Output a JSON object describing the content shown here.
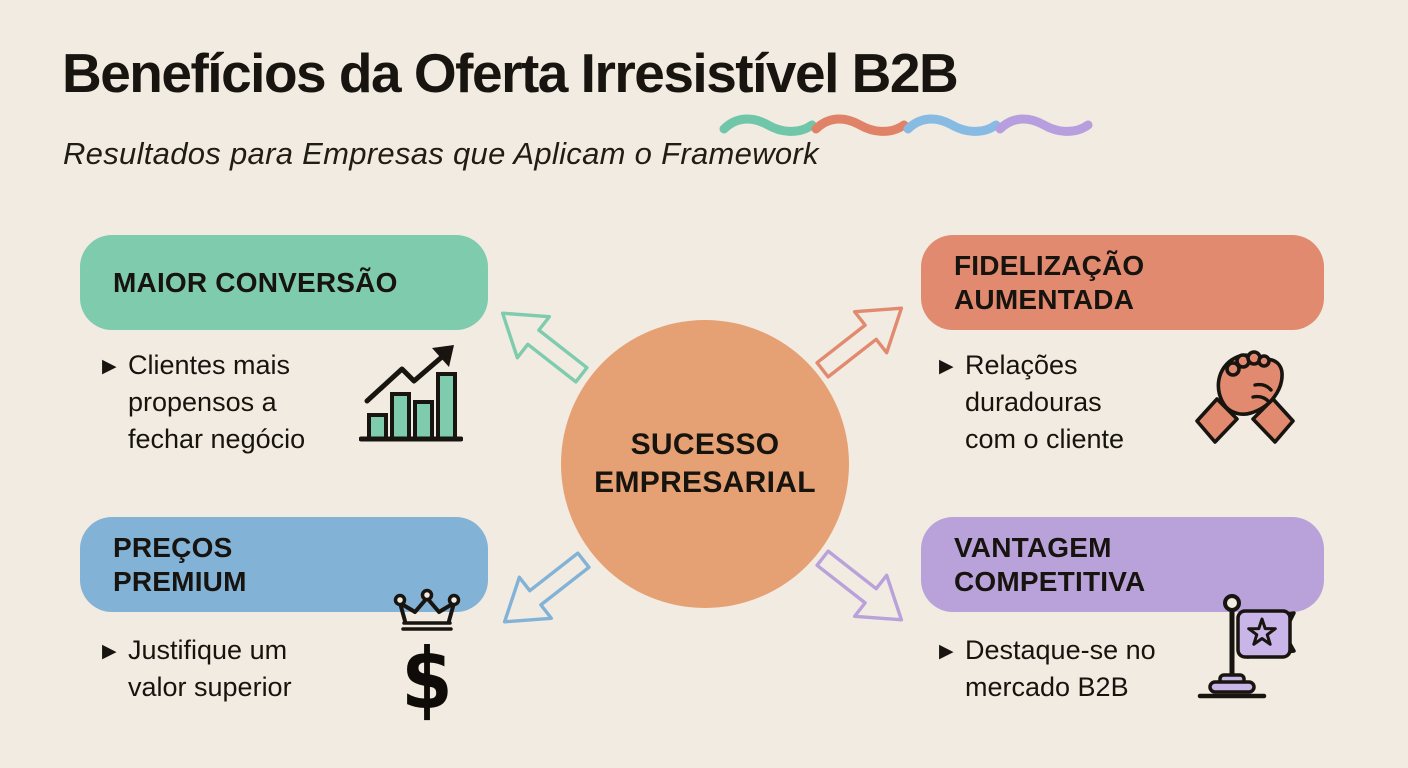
{
  "theme": {
    "bg": "#f2ebe1",
    "ink": "#18140f",
    "teal": "#7ecbae",
    "salmon": "#e18a70",
    "blue": "#82b2d6",
    "purple": "#b9a2da",
    "purple-light": "#c9b5e8",
    "orange": "#e5a173"
  },
  "header": {
    "title": "Benefícios da Oferta Irresistível B2B",
    "subtitle": "Resultados para Empresas que Aplicam o Framework",
    "underline_colors": [
      "#6fc6a8",
      "#e08267",
      "#88bbe4",
      "#b79fdf"
    ]
  },
  "center": {
    "label_lines": [
      "SUCESSO",
      "EMPRESARIAL"
    ],
    "color": "#e5a173"
  },
  "ui": {
    "bullet_marker": "▶"
  },
  "cards": {
    "top_left": {
      "title_lines": [
        "MAIOR CONVERSÃO"
      ],
      "bullet_lines": [
        "Clientes mais",
        "propensos a",
        "fechar negócio"
      ],
      "icon": "growth-bar-chart-icon",
      "color": "#7ecbae"
    },
    "top_right": {
      "title_lines": [
        "FIDELIZAÇÃO",
        "AUMENTADA"
      ],
      "bullet_lines": [
        "Relações",
        "duradouras",
        "com o cliente"
      ],
      "icon": "clasped-hands-icon",
      "color": "#e18a70"
    },
    "bottom_left": {
      "title_lines": [
        "PREÇOS",
        "PREMIUM"
      ],
      "bullet_lines": [
        "Justifique um",
        "valor superior"
      ],
      "icon": "crown-dollar-icon",
      "icon_text": "$",
      "color": "#82b2d6"
    },
    "bottom_right": {
      "title_lines": [
        "VANTAGEM",
        "COMPETITIVA"
      ],
      "bullet_lines": [
        "Destaque-se no",
        "mercado B2B"
      ],
      "icon": "star-flag-icon",
      "color": "#b9a2da"
    }
  },
  "arrows": [
    {
      "direction": "up-left",
      "target": "MAIOR CONVERSÃO",
      "color": "#7ecbae"
    },
    {
      "direction": "up-right",
      "target": "FIDELIZAÇÃO AUMENTADA",
      "color": "#e18a70"
    },
    {
      "direction": "down-left",
      "target": "PREÇOS PREMIUM",
      "color": "#82b2d6"
    },
    {
      "direction": "down-right",
      "target": "VANTAGEM COMPETITIVA",
      "color": "#b9a2da"
    }
  ]
}
